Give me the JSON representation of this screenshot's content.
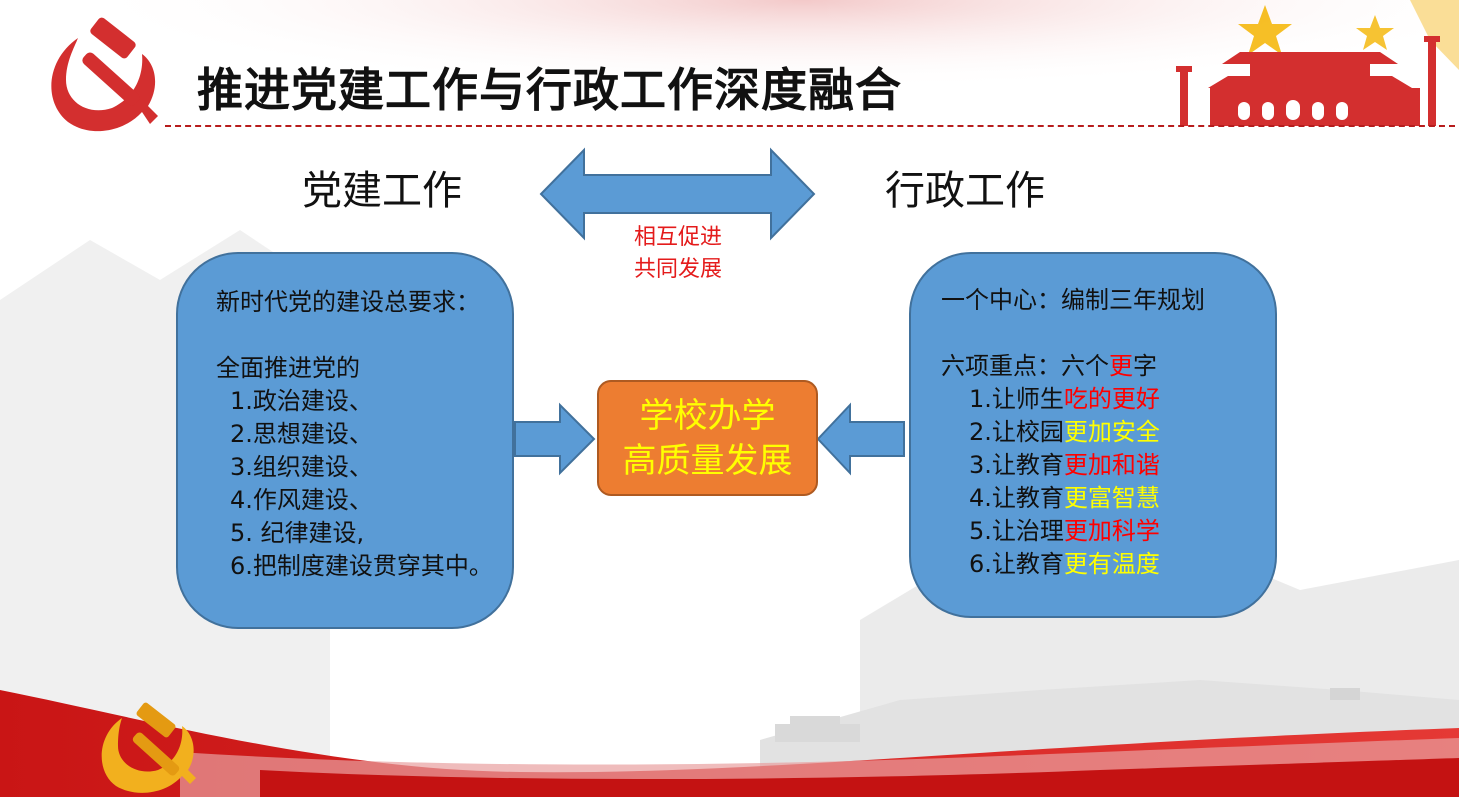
{
  "title": "推进党建工作与行政工作深度融合",
  "left_heading": "党建工作",
  "right_heading": "行政工作",
  "relation_note": [
    "相互促进",
    "共同发展"
  ],
  "center_box": [
    "学校办学",
    "高质量发展"
  ],
  "left_box": {
    "intro": "新时代党的建设总要求：",
    "lead": "全面推进党的",
    "items": [
      "1.政治建设、",
      "2.思想建设、",
      "3.组织建设、",
      "4.作风建设、",
      "5. 纪律建设,",
      "6.把制度建设贯穿其中。"
    ]
  },
  "right_box": {
    "line1": "一个中心：编制三年规划",
    "line2_pre": "六项重点：六个",
    "line2_emph": "更",
    "line2_post": "字",
    "items": [
      {
        "prefix": "1.让师生",
        "emph": "吃的更好",
        "color": "#ff0000"
      },
      {
        "prefix": "2.让校园",
        "emph": "更加安全",
        "color": "#ffff00"
      },
      {
        "prefix": "3.让教育",
        "emph": "更加和谐",
        "color": "#ff0000"
      },
      {
        "prefix": "4.让教育",
        "emph": "更富智慧",
        "color": "#ffff00"
      },
      {
        "prefix": "5.让治理",
        "emph": "更加科学",
        "color": "#ff0000"
      },
      {
        "prefix": "6.让教育",
        "emph": "更有温度",
        "color": "#ffff00"
      }
    ]
  },
  "colors": {
    "box_fill": "#5b9bd5",
    "center_fill": "#ed7d31",
    "accent_red": "#d32f2f",
    "emphasis_yellow": "#ffff00",
    "emphasis_red": "#ff0000"
  },
  "icons": [
    "hammer-sickle-icon",
    "tiananmen-gate-icon",
    "gold-emblem-icon",
    "great-wall-backdrop"
  ]
}
